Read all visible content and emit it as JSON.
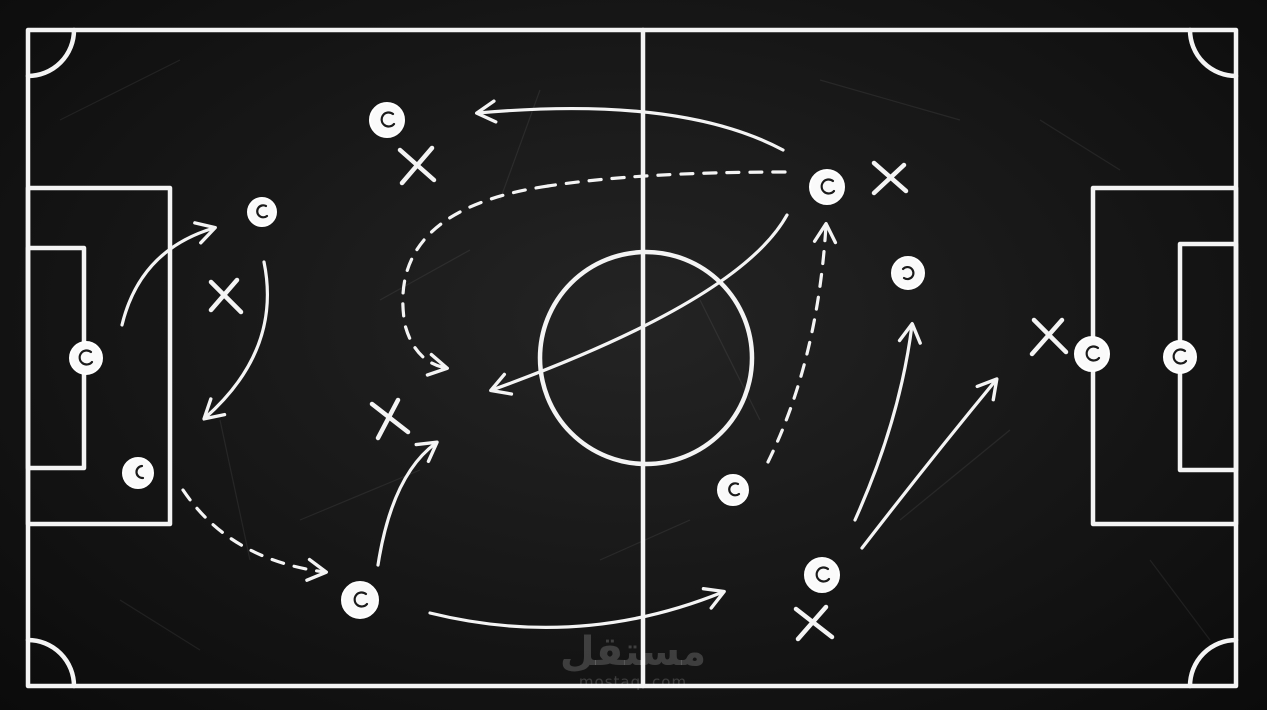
{
  "watermark": {
    "arabic": "مستقل",
    "latin": "mostaql.com"
  },
  "colors": {
    "board": "#161616",
    "chalk": "#f4f4f4"
  },
  "icons": {
    "player_o": "chalk-circle-player",
    "player_x": "chalk-cross-player",
    "arrow": "chalk-arrow"
  }
}
